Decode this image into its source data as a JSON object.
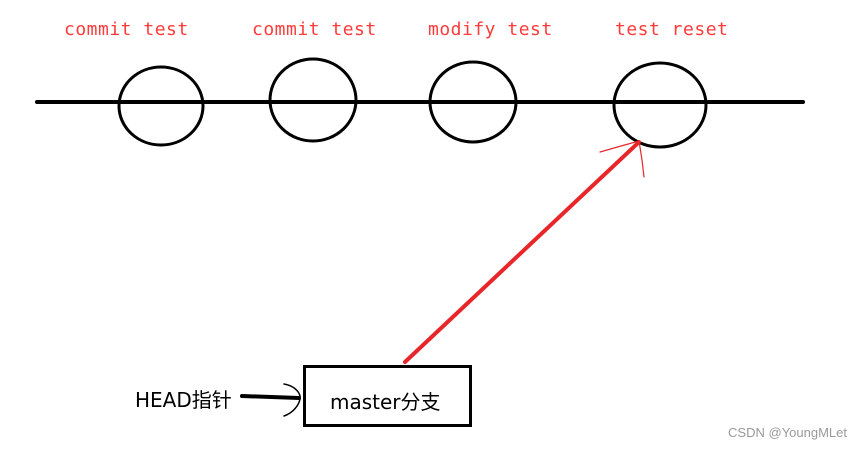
{
  "commits": [
    {
      "label": "commit test"
    },
    {
      "label": "commit test"
    },
    {
      "label": "modify test"
    },
    {
      "label": "test reset"
    }
  ],
  "head_label": "HEAD指针",
  "branch_label": "master分支",
  "watermark": "CSDN @YoungMLet",
  "colors": {
    "commit_label": "#ff3b3b",
    "branch_arrow": "#e8262a",
    "line": "#000000",
    "watermark": "#999999"
  }
}
